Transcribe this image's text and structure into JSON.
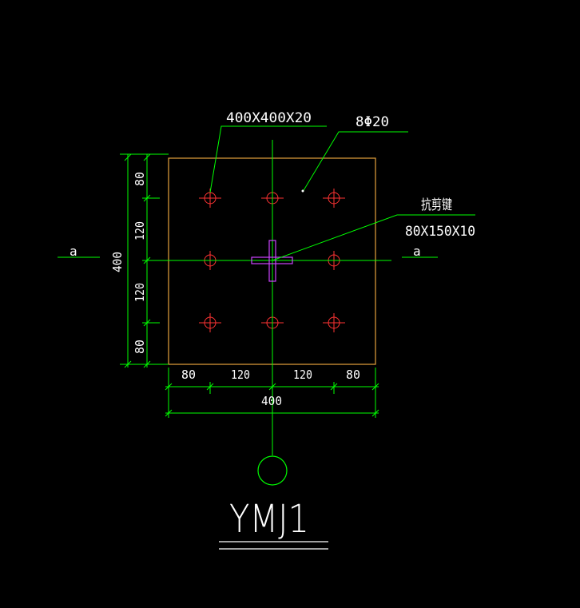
{
  "colors": {
    "background": "#000000",
    "plate": "#e6a23c",
    "dimension": "#00ff00",
    "centerline": "#00ff00",
    "bolt": "#ff3333",
    "shear_key": "#cc44ff",
    "text": "#ffffff"
  },
  "labels": {
    "plate_size": "400X400X20",
    "bolts": "8Φ20",
    "shear_key_title": "抗剪键",
    "shear_key_size": "80X150X10",
    "section_left": "a",
    "section_right": "a",
    "title": "YMJ1"
  },
  "dims": {
    "left": [
      "80",
      "120",
      "120",
      "80"
    ],
    "left_total": "400",
    "bottom": [
      "80",
      "120",
      "120",
      "80"
    ],
    "bottom_total": "400"
  }
}
